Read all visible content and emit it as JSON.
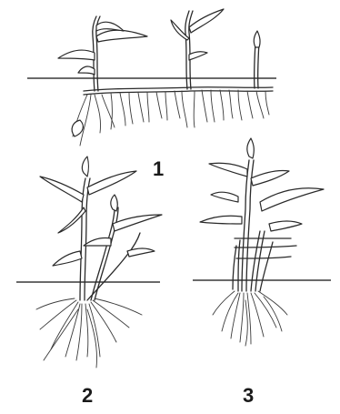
{
  "figure": {
    "panels": [
      {
        "id": "1",
        "label": "1"
      },
      {
        "id": "2",
        "label": "2"
      },
      {
        "id": "3",
        "label": "3"
      }
    ]
  }
}
